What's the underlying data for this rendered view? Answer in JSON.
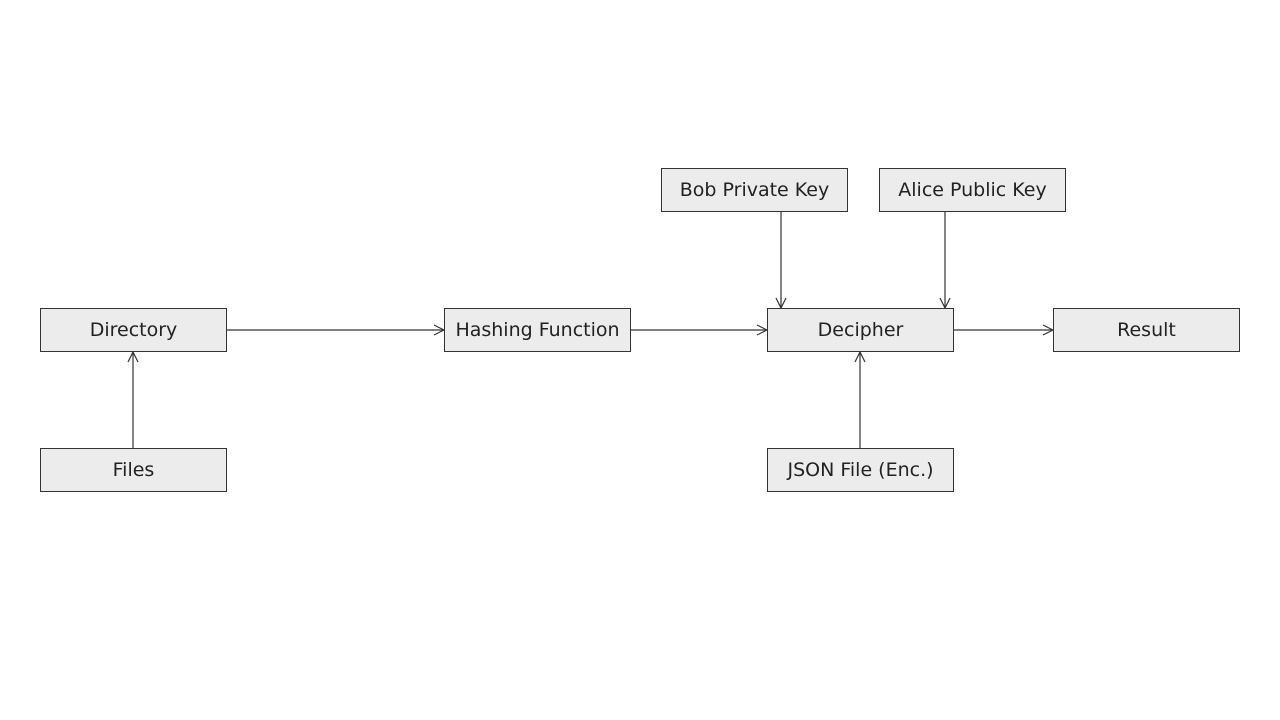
{
  "diagram": {
    "node_fill": "#ececec",
    "stroke_color": "#333333",
    "nodes": {
      "directory": "Directory",
      "files": "Files",
      "hashing": "Hashing Function",
      "bob_key": "Bob Private Key",
      "alice_key": "Alice Public Key",
      "decipher": "Decipher",
      "json_file": "JSON File (Enc.)",
      "result": "Result"
    },
    "edges": [
      {
        "from": "files",
        "to": "directory"
      },
      {
        "from": "directory",
        "to": "hashing"
      },
      {
        "from": "hashing",
        "to": "decipher"
      },
      {
        "from": "bob_key",
        "to": "decipher"
      },
      {
        "from": "alice_key",
        "to": "decipher"
      },
      {
        "from": "json_file",
        "to": "decipher"
      },
      {
        "from": "decipher",
        "to": "result"
      }
    ]
  }
}
